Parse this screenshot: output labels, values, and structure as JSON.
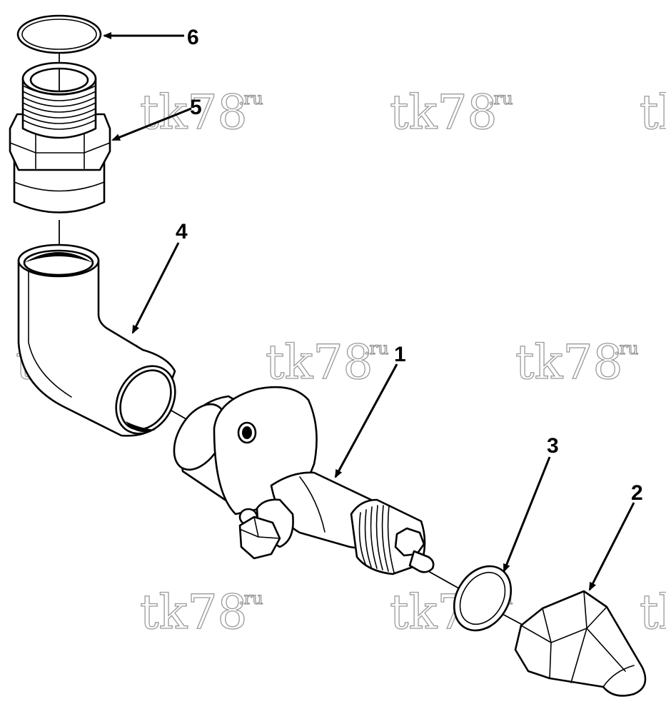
{
  "diagram": {
    "callouts": [
      {
        "id": "1",
        "label": "1"
      },
      {
        "id": "2",
        "label": "2"
      },
      {
        "id": "3",
        "label": "3"
      },
      {
        "id": "4",
        "label": "4"
      },
      {
        "id": "5",
        "label": "5"
      },
      {
        "id": "6",
        "label": "6"
      }
    ]
  },
  "watermark": {
    "main": "tk78",
    "suffix": ".ru"
  }
}
